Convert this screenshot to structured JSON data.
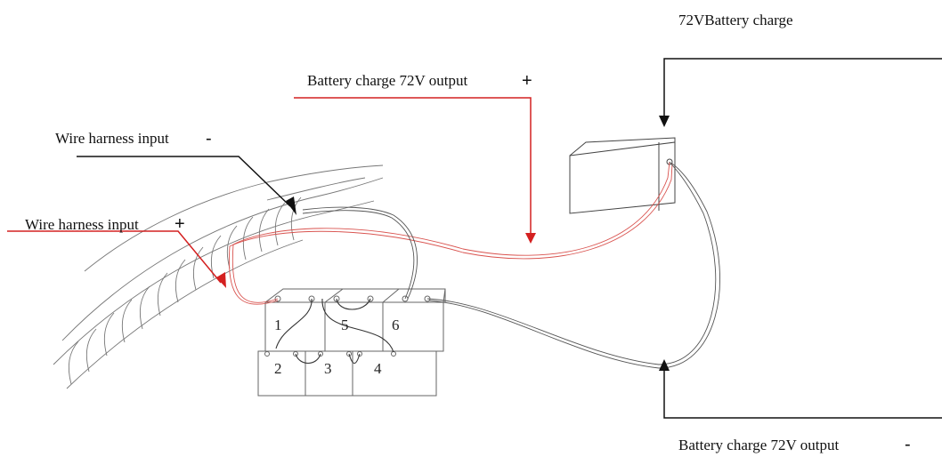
{
  "labels": {
    "charger": "72VBattery charge",
    "output_plus": "Battery charge 72V output",
    "output_plus_sign": "+",
    "harness_minus": "Wire harness input",
    "harness_minus_sign": "-",
    "harness_plus": "Wire harness input",
    "harness_plus_sign": "+",
    "output_minus": "Battery charge 72V output",
    "output_minus_sign": "-"
  },
  "batteries": {
    "top_row": [
      "1",
      "5",
      "6"
    ],
    "bottom_row": [
      "2",
      "3",
      "4"
    ]
  },
  "colors": {
    "positive": "#d42020",
    "negative": "#111111",
    "outline": "#555555"
  }
}
